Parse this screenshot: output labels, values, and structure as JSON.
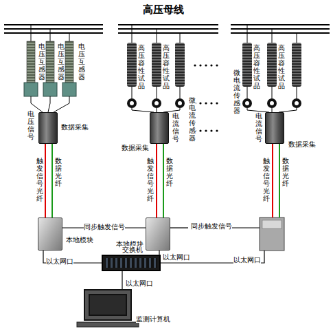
{
  "diagram": {
    "title": "高压母线",
    "nodes": [
      {
        "text": [
          "数据采集"
        ]
      },
      {
        "text": [
          "数据采集"
        ]
      },
      {
        "text": [
          "数据采集"
        ]
      },
      {
        "text": [
          "本地模块"
        ]
      },
      {
        "text": [
          "本地模块"
        ]
      },
      {
        "text": [
          "交换机"
        ]
      },
      {
        "text": [
          "监测计算机"
        ]
      }
    ],
    "edges": [
      {
        "from": 0,
        "to": 3,
        "label": "触发信号光纤",
        "arrow": "none"
      },
      {
        "from": 0,
        "to": 3,
        "label": "数据光纤",
        "arrow": "none"
      },
      {
        "from": 1,
        "to": 4,
        "label": "触发信号光纤",
        "arrow": "none"
      },
      {
        "from": 1,
        "to": 4,
        "label": "数据光纤",
        "arrow": "none"
      },
      {
        "from": 3,
        "to": 4,
        "label": "同步触发信号",
        "arrow": "none"
      },
      {
        "from": 3,
        "to": 5,
        "label": "以太网口",
        "arrow": "none"
      },
      {
        "from": 4,
        "to": 5,
        "label": "以太网口",
        "arrow": "none"
      },
      {
        "from": 5,
        "to": 6,
        "label": "以太网口",
        "arrow": "none"
      }
    ],
    "labels": [
      "电压互感器",
      "电压互感器",
      "电压互感器",
      "高压容性试品",
      "高压容性试品",
      "高压容性试品",
      "高压容性试品",
      "微电流传感器",
      "微电流传感器",
      "电压信号",
      "电流信号",
      "电流信号",
      "触发信号光纤",
      "数据光纤",
      "同步触发信号",
      "以太网口"
    ]
  }
}
